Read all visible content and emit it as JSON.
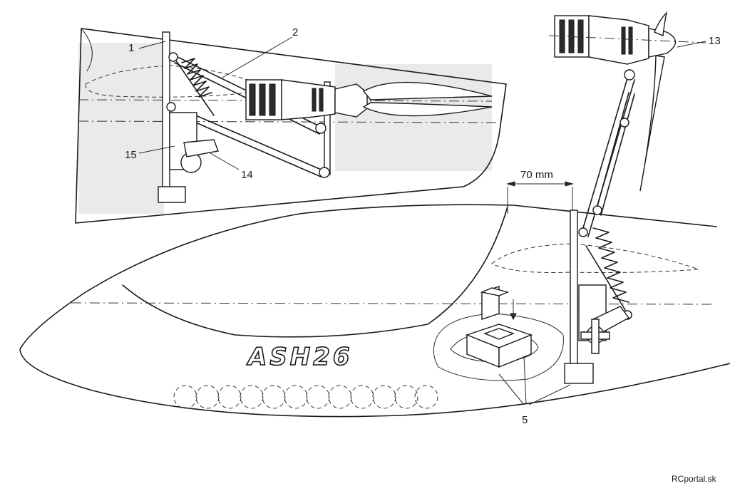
{
  "drawing": {
    "model_name": "ASH26",
    "dimension_label": "70 mm",
    "credit": "RCportal.sk"
  },
  "callouts": [
    {
      "id": "c1",
      "text": "1"
    },
    {
      "id": "c2",
      "text": "2"
    },
    {
      "id": "c5",
      "text": "5"
    },
    {
      "id": "c13",
      "text": "13"
    },
    {
      "id": "c14",
      "text": "14"
    },
    {
      "id": "c15",
      "text": "15"
    }
  ],
  "colors": {
    "ink": "#1a1a1a",
    "paper": "#ffffff"
  }
}
